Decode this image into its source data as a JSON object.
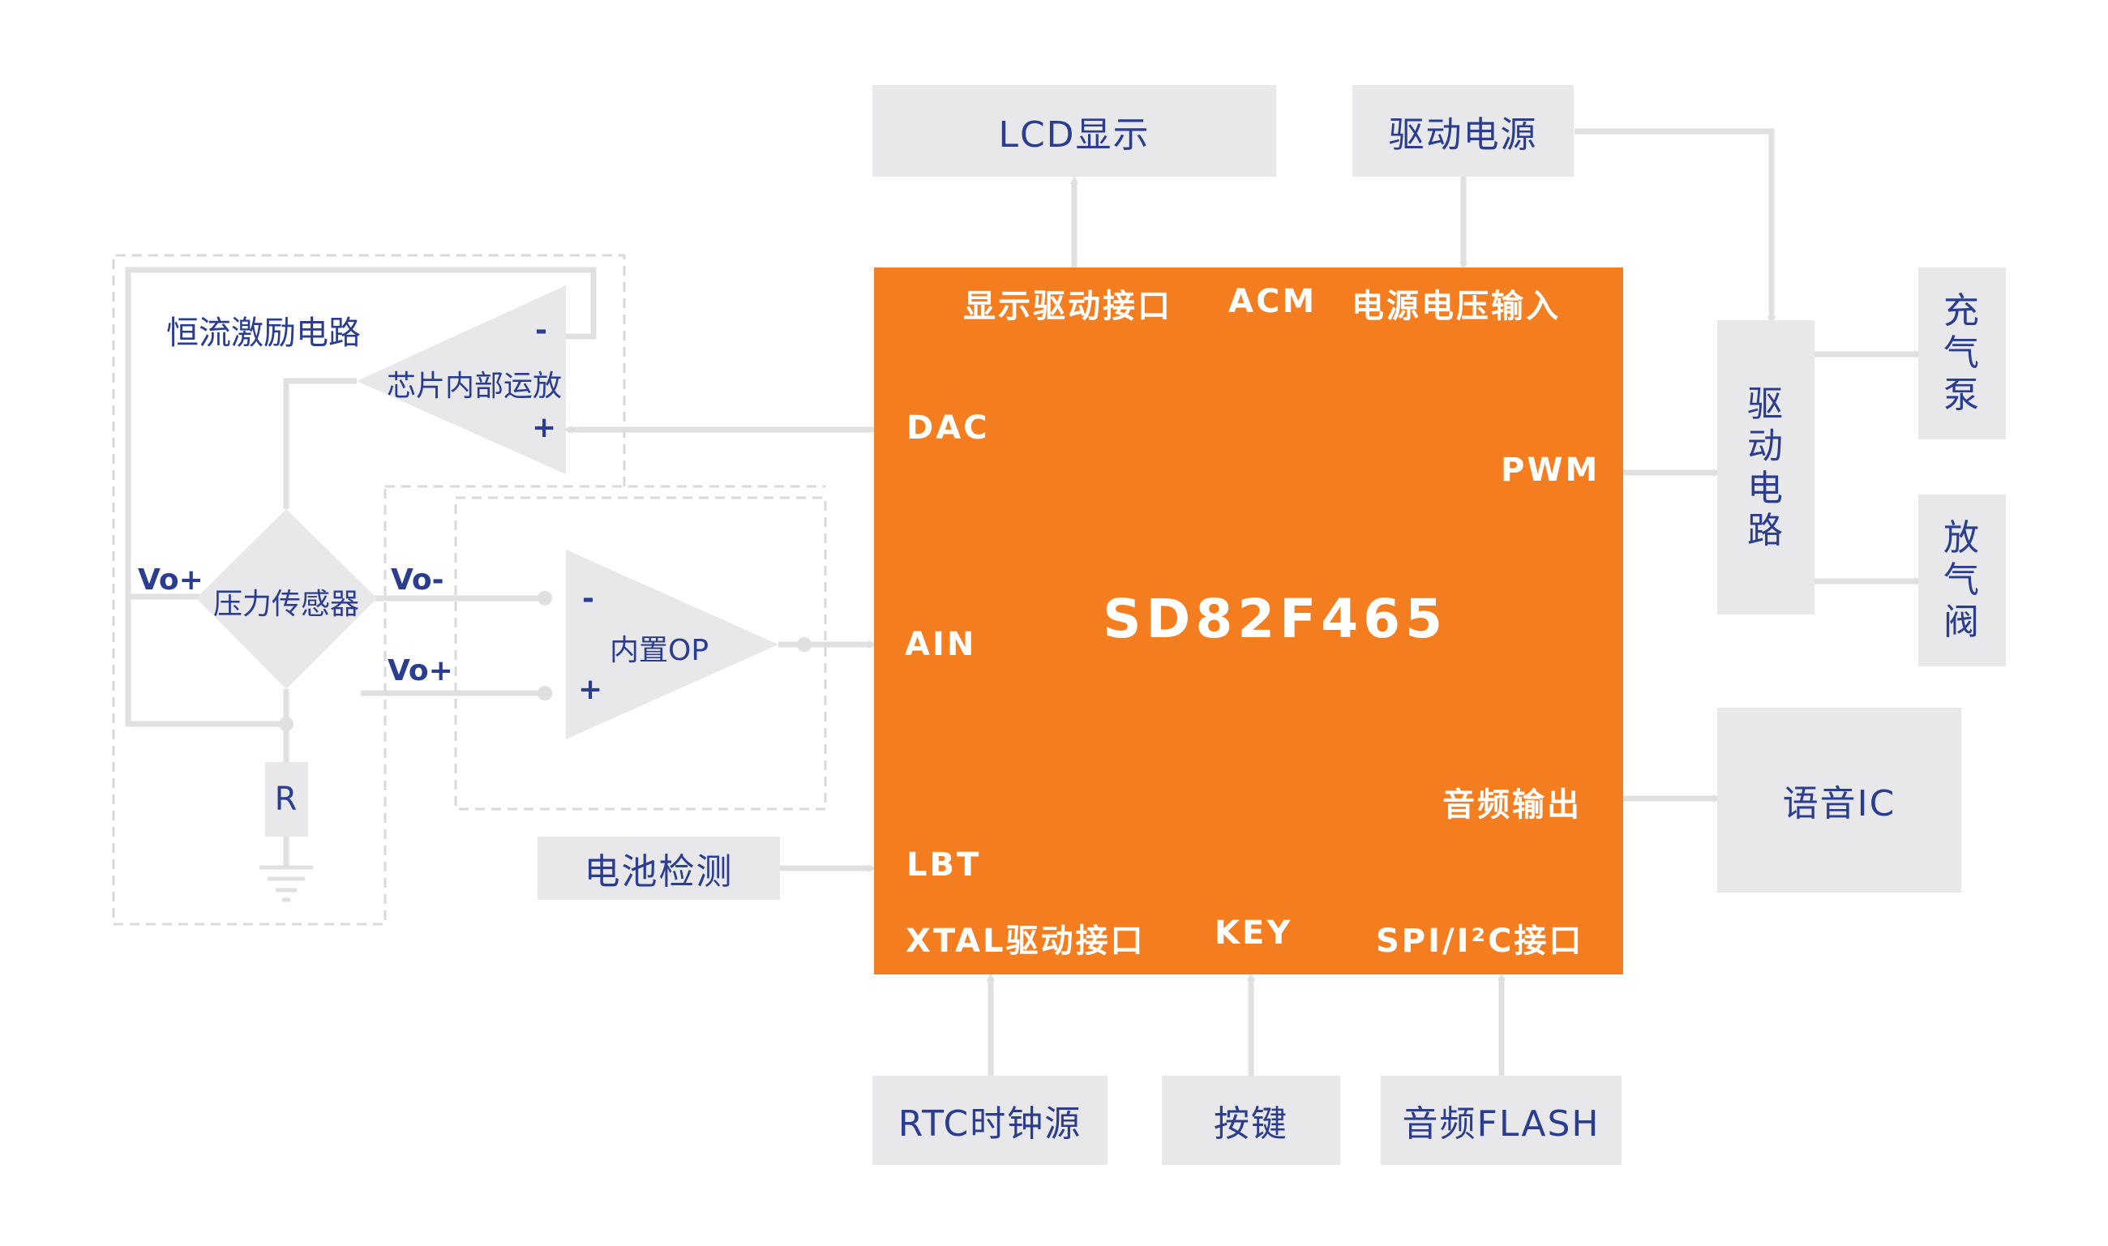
{
  "chip": {
    "name": "SD82F465",
    "pins": {
      "display_driver": "显示驱动接口",
      "acm": "ACM",
      "power_input": "电源电压输入",
      "dac": "DAC",
      "pwm": "PWM",
      "ain": "AIN",
      "audio_out": "音频输出",
      "lbt": "LBT",
      "xtal": "XTAL驱动接口",
      "key": "KEY",
      "spi_i2c": "SPI/I²C接口"
    }
  },
  "blocks": {
    "lcd": "LCD显示",
    "drive_power": "驱动电源",
    "drive_circuit": [
      "驱",
      "动",
      "电",
      "路"
    ],
    "pump": [
      "充",
      "气",
      "泵"
    ],
    "valve": [
      "放",
      "气",
      "阀"
    ],
    "voice_ic": "语音IC",
    "battery": "电池检测",
    "rtc": "RTC时钟源",
    "keys": "按键",
    "audio_flash": "音频FLASH",
    "resistor": "R"
  },
  "analog": {
    "excitation_title": "恒流激励电路",
    "chip_opamp": "芯片内部运放",
    "pressure_sensor": "压力传感器",
    "internal_op": "内置OP",
    "vo_plus_left": "Vo+",
    "vo_minus": "Vo-",
    "vo_plus_right": "Vo+",
    "minus_sign": "-",
    "plus_sign": "+"
  },
  "colors": {
    "chip": "#f47d20",
    "box": "#e8e8ea",
    "text": "#2a3d8f",
    "line": "#e0e0e2",
    "dashed": "#d9d9db"
  }
}
